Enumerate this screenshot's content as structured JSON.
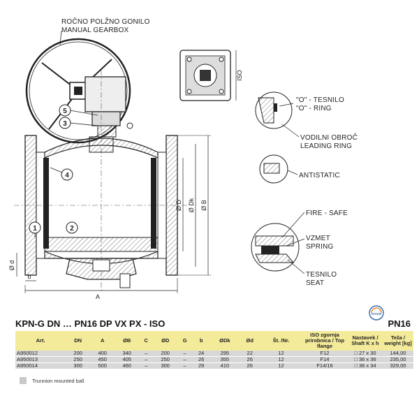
{
  "labels": {
    "gearbox_sl": "ROČNO POLŽNO GONILO",
    "gearbox_en": "MANUAL GEARBOX",
    "iso": "ISO",
    "o_seal_sl": "\"O\" - TESNILO",
    "o_seal_en": "\"O\" - RING",
    "leading_sl": "VODILNI OBROČ",
    "leading_en": "LEADING RING",
    "antistatic": "ANTISTATIC",
    "fire_safe": "FIRE - SAFE",
    "spring_sl": "VZMET",
    "spring_en": "SPRING",
    "seat_sl": "TESNILO",
    "seat_en": "SEAT"
  },
  "callouts": [
    "1",
    "2",
    "3",
    "4",
    "5"
  ],
  "dimensions": {
    "d": "Ø d",
    "b": "b",
    "a": "A",
    "dd": "Ø D",
    "dk": "Ø Dk",
    "bb": "Ø B"
  },
  "title": "KPN-G DN … PN16 DP VX PX - ISO",
  "pressure": "PN16",
  "logo_text": "DVGW",
  "table": {
    "headers": [
      "Art.",
      "DN",
      "A",
      "ØB",
      "C",
      "ØD",
      "G",
      "b",
      "ØDk",
      "Ød",
      "Št. /Nr.",
      "ISO zgornja prirobnica / Top flange",
      "Nastavek / Shaft K x h",
      "Teža / weight [kg]"
    ],
    "rows": [
      [
        "A950012",
        "200",
        "400",
        "340",
        "–",
        "200",
        "–",
        "24",
        "295",
        "22",
        "12",
        "F12",
        "□ 27 x 30",
        "144,00"
      ],
      [
        "A950013",
        "250",
        "450",
        "405",
        "–",
        "250",
        "–",
        "26",
        "355",
        "26",
        "12",
        "F14",
        "□ 36 x 36",
        "235,00"
      ],
      [
        "A950014",
        "300",
        "500",
        "460",
        "–",
        "300",
        "–",
        "29",
        "410",
        "26",
        "12",
        "F14/16",
        "□ 36 x 34",
        "329,00"
      ]
    ]
  },
  "legend": "Trunnion mounted ball",
  "colors": {
    "header_bg": "#f4eb9a",
    "row_bg": "#d8d8d8",
    "legend_swatch": "#c8c8c8"
  }
}
